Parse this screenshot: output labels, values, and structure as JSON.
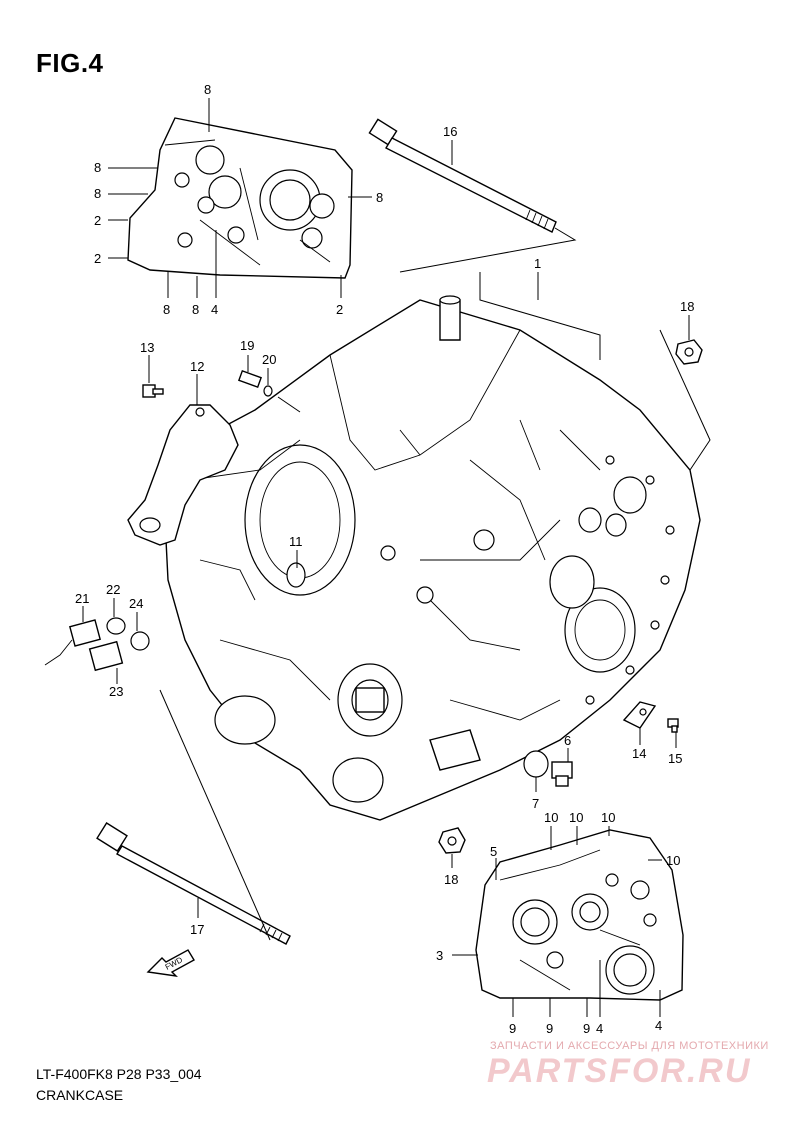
{
  "figure": {
    "title": "FIG.4"
  },
  "footer": {
    "model_code": "LT-F400FK8 P28 P33_004",
    "section_name": "CRANKCASE"
  },
  "watermark": {
    "tagline": "ЗАПЧАСТИ И АКСЕССУАРЫ ДЛЯ МОТОТЕХНИКИ",
    "logo": "PARTSFOR.RU"
  },
  "fwd_label": "FWD",
  "callouts": {
    "c1": "1",
    "c2a": "2",
    "c2b": "2",
    "c2c": "2",
    "c3": "3",
    "c4a": "4",
    "c4b": "4",
    "c4c": "4",
    "c5": "5",
    "c6": "6",
    "c7": "7",
    "c8a": "8",
    "c8b": "8",
    "c8c": "8",
    "c8d": "8",
    "c8e": "8",
    "c8f": "8",
    "c9a": "9",
    "c9b": "9",
    "c9c": "9",
    "c10a": "10",
    "c10b": "10",
    "c10c": "10",
    "c10d": "10",
    "c11": "11",
    "c12": "12",
    "c13": "13",
    "c14": "14",
    "c15": "15",
    "c16": "16",
    "c17": "17",
    "c18a": "18",
    "c18b": "18",
    "c19": "19",
    "c20": "20",
    "c21": "21",
    "c22": "22",
    "c23": "23",
    "c24": "24"
  }
}
